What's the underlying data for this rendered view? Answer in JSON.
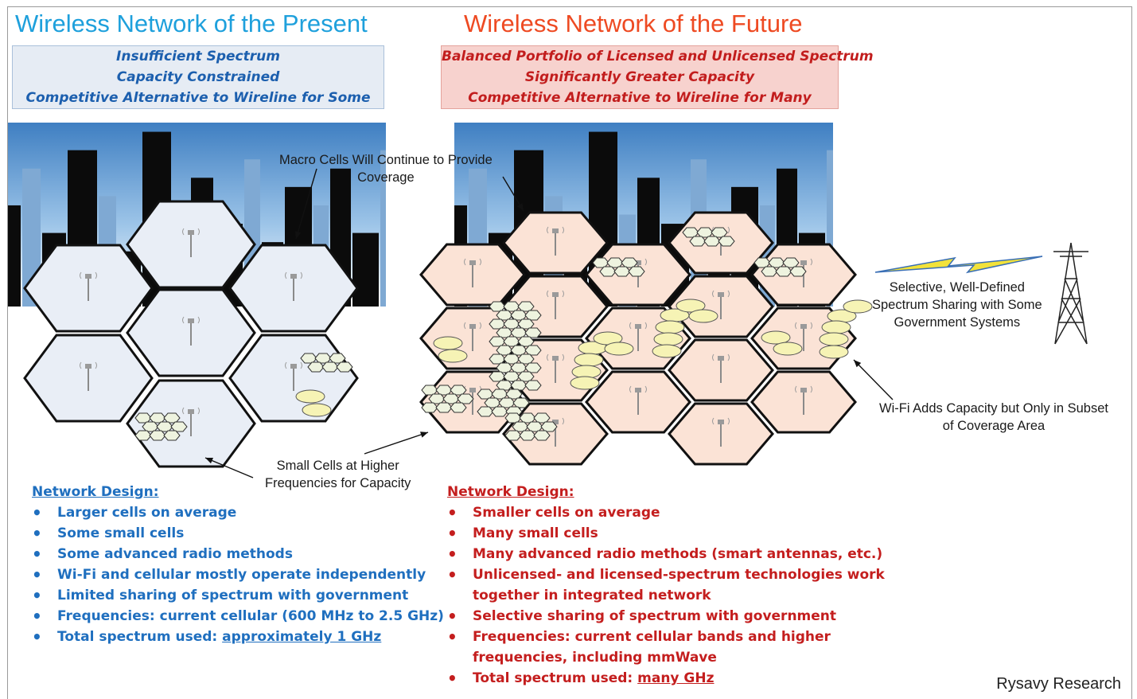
{
  "present": {
    "title": "Wireless Network of the Present",
    "box_lines": [
      "Insufficient Spectrum",
      "Capacity Constrained",
      "Competitive Alternative to Wireline for Some"
    ],
    "design_heading": "Network Design:",
    "design_items": [
      {
        "text": "Larger cells on average"
      },
      {
        "text": "Some small cells"
      },
      {
        "text": "Some advanced radio methods"
      },
      {
        "text": "Wi-Fi and cellular mostly operate independently"
      },
      {
        "text": "Limited sharing of spectrum with government"
      },
      {
        "text": "Frequencies: current cellular (600 MHz to 2.5 GHz)"
      },
      {
        "text": "Total spectrum used: ",
        "underlined": "approximately 1 GHz"
      }
    ]
  },
  "future": {
    "title": "Wireless Network of the Future",
    "box_lines": [
      "Balanced Portfolio of Licensed and Unlicensed Spectrum",
      "Significantly Greater Capacity",
      "Competitive Alternative to Wireline for Many"
    ],
    "design_heading": "Network Design:",
    "design_items": [
      {
        "text": "Smaller cells on average"
      },
      {
        "text": "Many small cells"
      },
      {
        "text": "Many advanced radio methods (smart antennas, etc.)"
      },
      {
        "text": "Unlicensed- and licensed-spectrum technologies work",
        "continuation": "together in integrated network"
      },
      {
        "text": "Selective sharing of spectrum with government"
      },
      {
        "text": "Frequencies: current cellular bands and higher",
        "continuation": "frequencies, including mmWave"
      },
      {
        "text": "Total spectrum used: ",
        "underlined": "many GHz"
      }
    ]
  },
  "annotations": {
    "macro_cells": [
      "Macro Cells Will Continue to Provide",
      "Coverage"
    ],
    "small_cells": [
      "Small Cells at Higher",
      "Frequencies for Capacity"
    ],
    "sharing": [
      "Selective, Well-Defined",
      "Spectrum Sharing with Some",
      "Government Systems"
    ],
    "wifi": [
      "Wi-Fi Adds Capacity but Only in Subset",
      "of Coverage Area"
    ]
  },
  "credit": "Rysavy Research",
  "colors": {
    "present_title": "#1ea0dc",
    "future_title": "#ee4a22",
    "present_text": "#1f6fbf",
    "future_text": "#c41e1e",
    "present_cell": "#e9eef6",
    "future_cell": "#fbe3d6",
    "small_cell": "#eef3df",
    "wifi": "#f6f3b5",
    "sky": "#4a86c5"
  },
  "icons": [
    "city-skyline-icon",
    "cell-tower-icon",
    "lightning-bolt-icon",
    "transmission-tower-icon"
  ]
}
